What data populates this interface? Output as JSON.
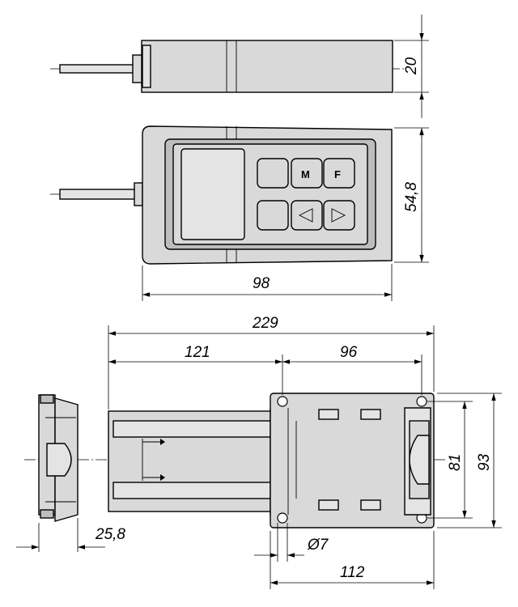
{
  "dimensions": {
    "side_height": "20",
    "front_height": "54,8",
    "front_width": "98",
    "total_length": "229",
    "length_left": "121",
    "length_right": "96",
    "plate_inner_height": "81",
    "plate_outer_height": "93",
    "profile_depth": "25,8",
    "hole_diameter": "Ø7",
    "plate_width": "112"
  },
  "keys": {
    "mode": "M",
    "function": "F"
  }
}
